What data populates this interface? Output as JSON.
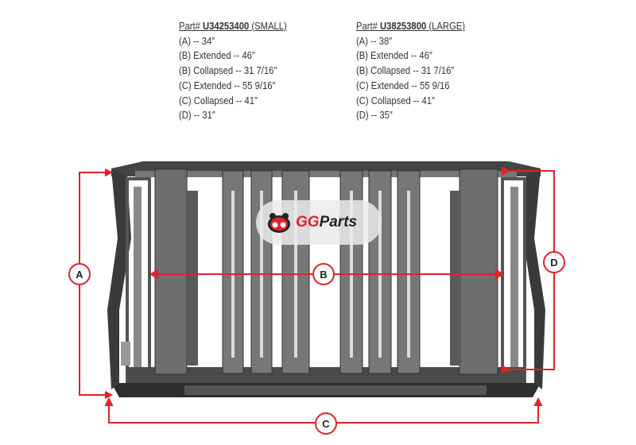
{
  "specs": [
    {
      "prefix": "Part# ",
      "part_number": "U34253400",
      "size": " (SMALL)",
      "lines": [
        "(A) -- 34″",
        "(B) Extended -- 46″",
        "(B) Collapsed -- 31 7/16″",
        "(C) Extended -- 55 9/16″",
        "(C) Collapsed -- 41″",
        "(D) -- 31″"
      ]
    },
    {
      "prefix": "Part# ",
      "part_number": "U38253800",
      "size": " (LARGE)",
      "lines": [
        "(A) -- 38″",
        "(B) Extended -- 46″",
        "(B) Collapsed -- 31 7/16″",
        "(C) Extended -- 55 9/16",
        "(C) Collapsed -- 41″",
        "(D) -- 35″"
      ]
    }
  ],
  "dimensions": {
    "a": "A",
    "b": "B",
    "c": "C",
    "d": "D"
  },
  "logo": {
    "gg": "GG",
    "parts": "Parts"
  },
  "colors": {
    "dimension": "#e0222a",
    "frame": "#3a3a3a",
    "panel": "#6e6e6e"
  }
}
